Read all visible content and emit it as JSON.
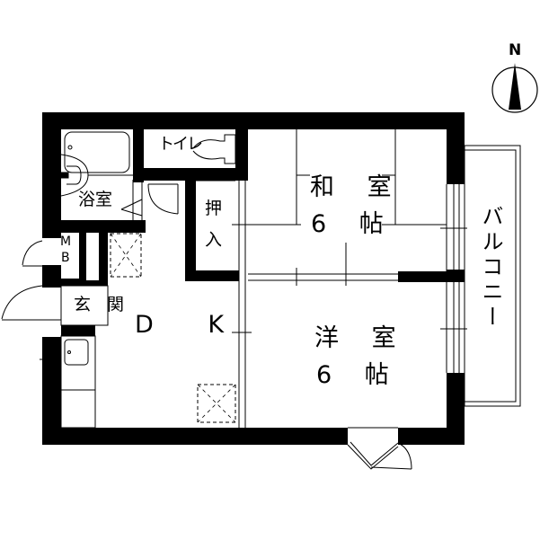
{
  "floorplan": {
    "compass": {
      "label": "N"
    },
    "rooms": {
      "washitsu": {
        "name": "和室",
        "size": "6帖",
        "name_display": "和 室",
        "size_display": "6 帖"
      },
      "yoshitsu": {
        "name": "洋室",
        "size": "6帖",
        "name_display": "洋 室",
        "size_display": "6 帖"
      },
      "dk": {
        "label": "DK",
        "label_display": "D K"
      },
      "bath": {
        "label": "浴室"
      },
      "toilet": {
        "label": "トイレ"
      },
      "closet": {
        "label": "押入",
        "char1": "押",
        "char2": "入"
      },
      "entrance": {
        "label": "玄関",
        "label_display": "玄 関"
      },
      "meter_box": {
        "label": "MB",
        "char1": "M",
        "char2": "B"
      },
      "balcony": {
        "label": "バルコニー"
      }
    },
    "colors": {
      "wall": "#000000",
      "background": "#ffffff",
      "line": "#000000",
      "thin_line": "#555555"
    }
  }
}
